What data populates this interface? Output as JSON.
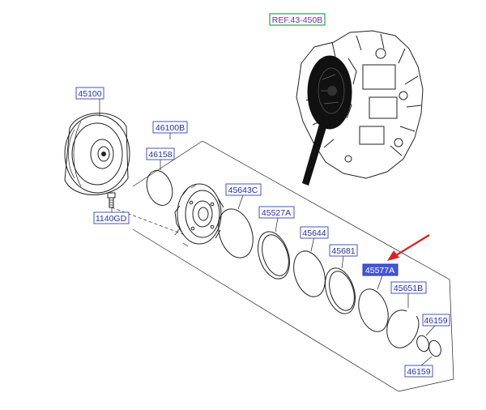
{
  "diagram": {
    "ref_label": "REF.43-450B",
    "colors": {
      "label_text": "#2233aa",
      "label_border": "#3344bb",
      "highlight_fill": "#4455dd",
      "ref_border": "#22aa44",
      "ref_text": "#7a2ab0",
      "arrow": "#e02020"
    },
    "parts": [
      {
        "id": "torque-converter",
        "label": "45100"
      },
      {
        "id": "assembly-group",
        "label": "46100B"
      },
      {
        "id": "pump-oring",
        "label": "46158"
      },
      {
        "id": "bolt",
        "label": "1140GD"
      },
      {
        "id": "seal-ring-a",
        "label": "45643C"
      },
      {
        "id": "seal-ring-b",
        "label": "45527A"
      },
      {
        "id": "oring-45644",
        "label": "45644"
      },
      {
        "id": "seal-45681",
        "label": "45681"
      },
      {
        "id": "ring-45577a",
        "label": "45577A",
        "highlighted": true
      },
      {
        "id": "snap-ring",
        "label": "45651B"
      },
      {
        "id": "oring-small-upper",
        "label": "46159"
      },
      {
        "id": "oring-small-lower",
        "label": "46159"
      }
    ]
  }
}
